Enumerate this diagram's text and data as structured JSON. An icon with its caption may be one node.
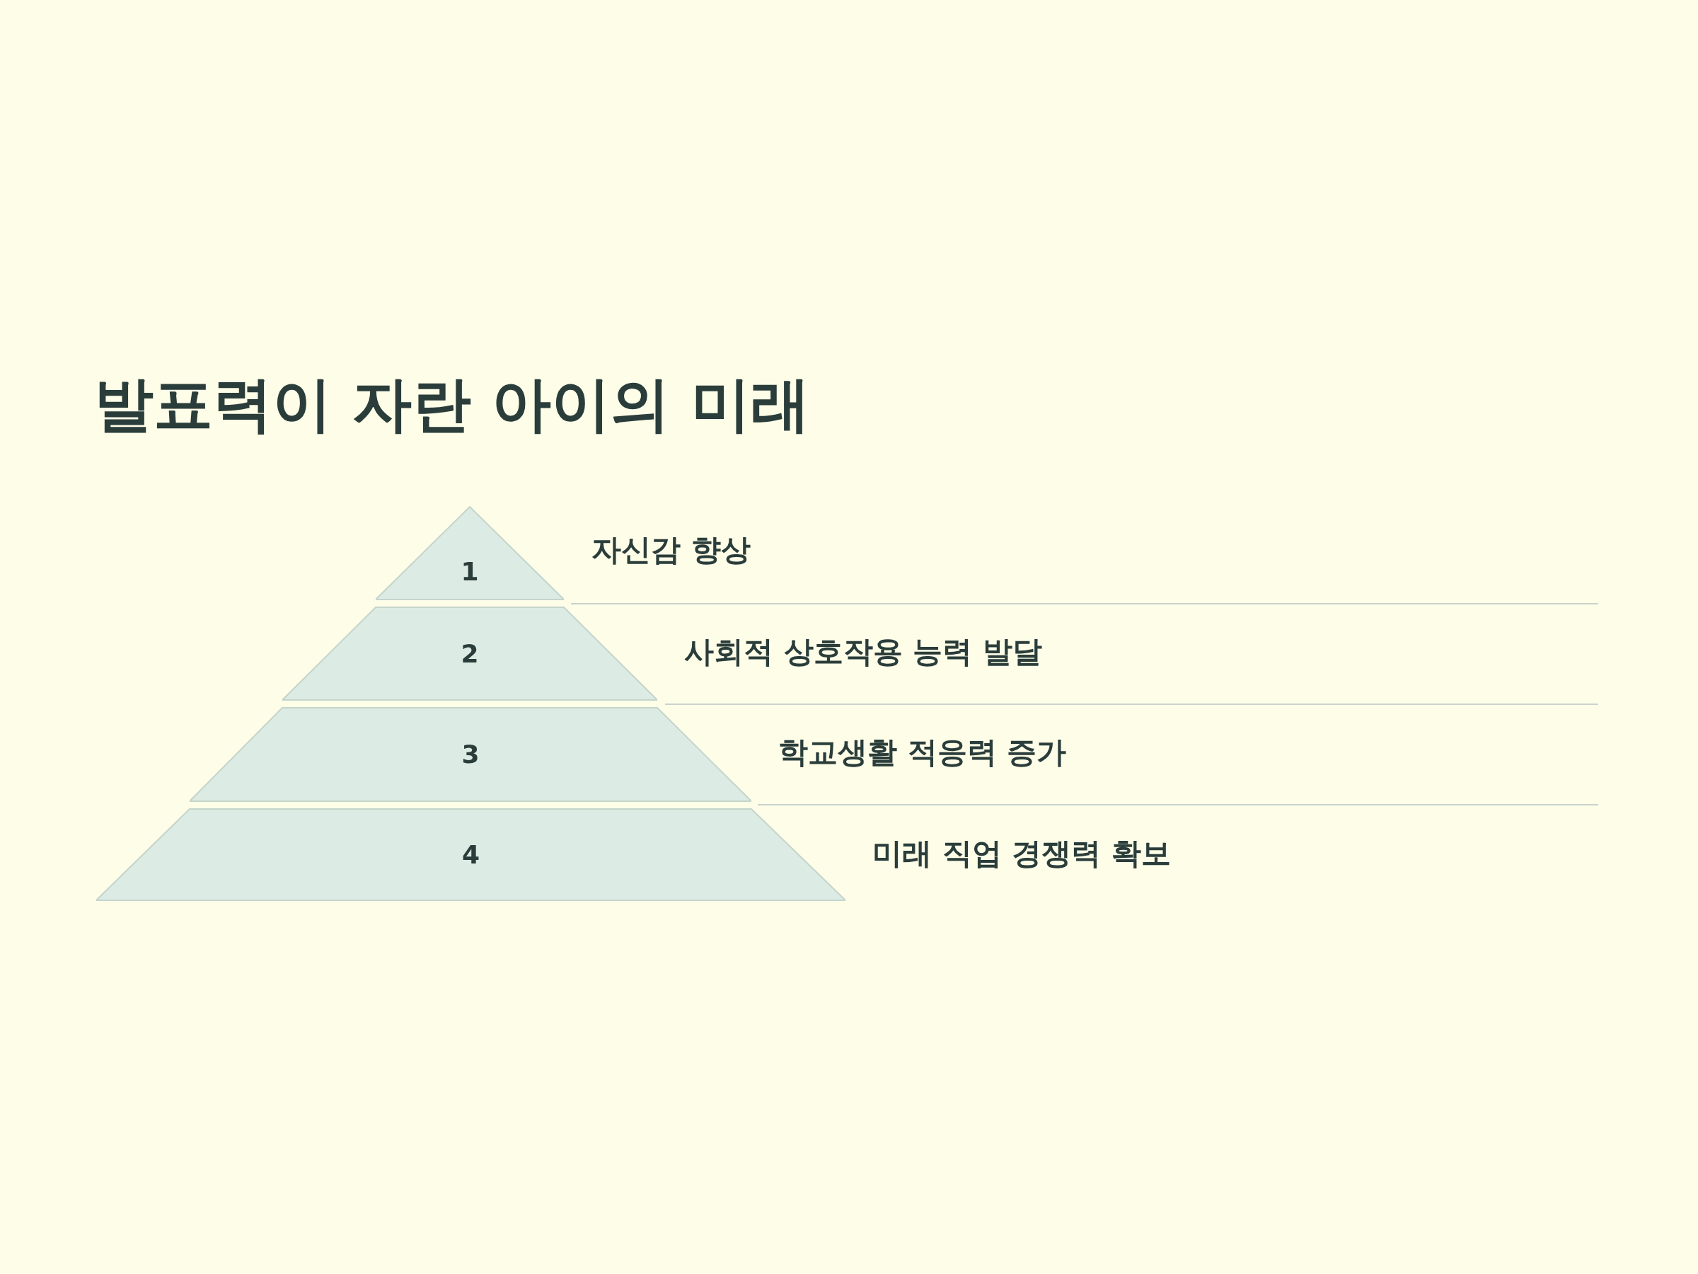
{
  "diagram": {
    "title": "발표력이 자란 아이의 미래",
    "nodes": [
      {
        "text": [
          "1"
        ],
        "beside": [
          "자신감 향상"
        ]
      },
      {
        "text": [
          "2"
        ],
        "beside": [
          "사회적 상호작용 능력 발달"
        ]
      },
      {
        "text": [
          "3"
        ],
        "beside": [
          "학교생활 적응력 증가"
        ]
      },
      {
        "text": [
          "4"
        ],
        "beside": [
          "미래 직업 경쟁력 확보"
        ]
      }
    ]
  }
}
